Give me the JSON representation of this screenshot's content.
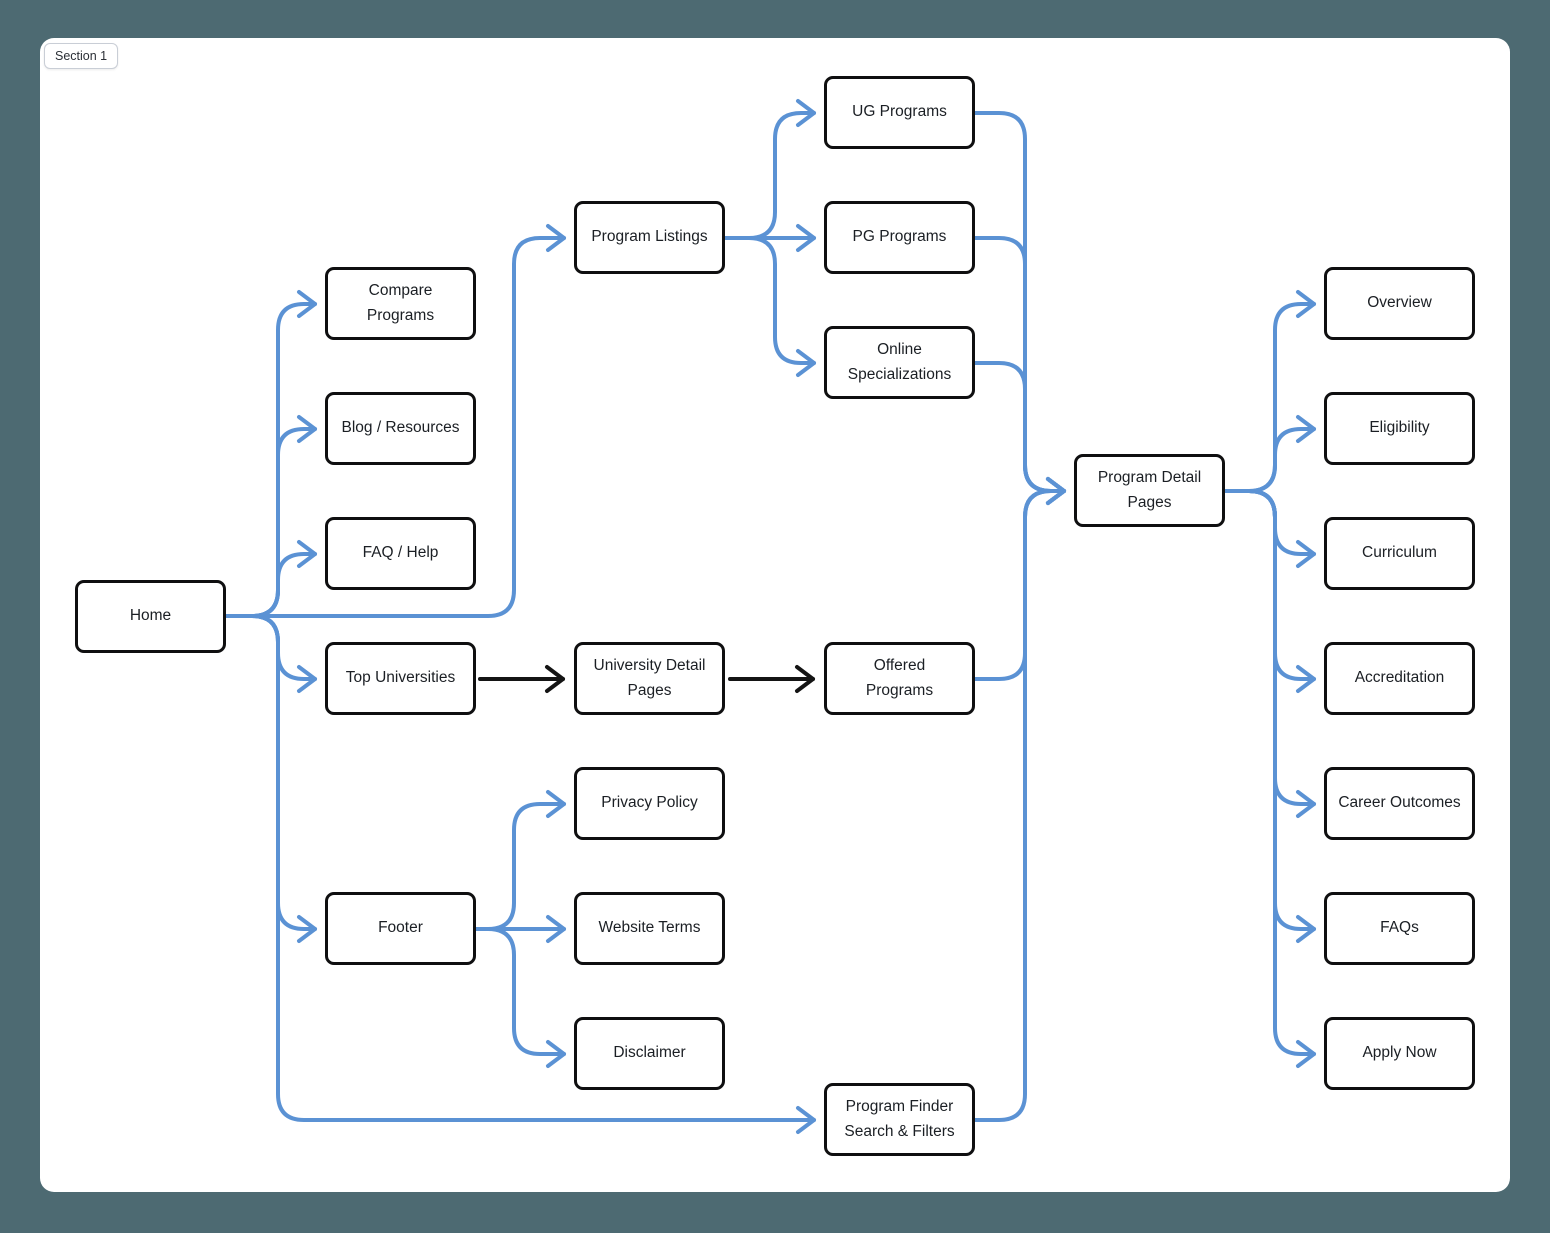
{
  "canvas": {
    "section_label": "Section 1"
  },
  "colors": {
    "page_background": "#4d6a72",
    "canvas_background": "#ffffff",
    "edge_blue": "#5b92d4",
    "edge_black": "#141414",
    "node_border": "#0f0f10",
    "node_background": "#ffffff"
  },
  "nodes": {
    "home": {
      "label": "Home"
    },
    "compare_programs": {
      "label": "Compare\nPrograms"
    },
    "blog_resources": {
      "label": "Blog / Resources"
    },
    "faq_help": {
      "label": "FAQ / Help"
    },
    "top_universities": {
      "label": "Top Universities"
    },
    "footer": {
      "label": "Footer"
    },
    "program_listings": {
      "label": "Program Listings"
    },
    "university_detail_pages": {
      "label": "University Detail\nPages"
    },
    "privacy_policy": {
      "label": "Privacy Policy"
    },
    "website_terms": {
      "label": "Website Terms"
    },
    "disclaimer": {
      "label": "Disclaimer"
    },
    "ug_programs": {
      "label": "UG Programs"
    },
    "pg_programs": {
      "label": "PG Programs"
    },
    "online_specializations": {
      "label": "Online\nSpecializations"
    },
    "offered_programs": {
      "label": "Offered\nPrograms"
    },
    "program_finder": {
      "label": "Program Finder\nSearch & Filters"
    },
    "program_detail_pages": {
      "label": "Program Detail\nPages"
    },
    "overview": {
      "label": "Overview"
    },
    "eligibility": {
      "label": "Eligibility"
    },
    "curriculum": {
      "label": "Curriculum"
    },
    "accreditation": {
      "label": "Accreditation"
    },
    "career_outcomes": {
      "label": "Career Outcomes"
    },
    "faqs": {
      "label": "FAQs"
    },
    "apply_now": {
      "label": "Apply Now"
    }
  },
  "edges": [
    {
      "from": "home",
      "to": "compare_programs",
      "style": "blue"
    },
    {
      "from": "home",
      "to": "blog_resources",
      "style": "blue"
    },
    {
      "from": "home",
      "to": "faq_help",
      "style": "blue"
    },
    {
      "from": "home",
      "to": "program_listings",
      "style": "blue"
    },
    {
      "from": "home",
      "to": "top_universities",
      "style": "blue"
    },
    {
      "from": "home",
      "to": "footer",
      "style": "blue"
    },
    {
      "from": "home",
      "to": "program_finder",
      "style": "blue"
    },
    {
      "from": "program_listings",
      "to": "ug_programs",
      "style": "blue"
    },
    {
      "from": "program_listings",
      "to": "pg_programs",
      "style": "blue"
    },
    {
      "from": "program_listings",
      "to": "online_specializations",
      "style": "blue"
    },
    {
      "from": "ug_programs",
      "to": "program_detail_pages",
      "style": "blue"
    },
    {
      "from": "pg_programs",
      "to": "program_detail_pages",
      "style": "blue"
    },
    {
      "from": "online_specializations",
      "to": "program_detail_pages",
      "style": "blue"
    },
    {
      "from": "offered_programs",
      "to": "program_detail_pages",
      "style": "blue"
    },
    {
      "from": "program_finder",
      "to": "program_detail_pages",
      "style": "blue"
    },
    {
      "from": "top_universities",
      "to": "university_detail_pages",
      "style": "black"
    },
    {
      "from": "university_detail_pages",
      "to": "offered_programs",
      "style": "black"
    },
    {
      "from": "footer",
      "to": "privacy_policy",
      "style": "blue"
    },
    {
      "from": "footer",
      "to": "website_terms",
      "style": "blue"
    },
    {
      "from": "footer",
      "to": "disclaimer",
      "style": "blue"
    },
    {
      "from": "program_detail_pages",
      "to": "overview",
      "style": "blue"
    },
    {
      "from": "program_detail_pages",
      "to": "eligibility",
      "style": "blue"
    },
    {
      "from": "program_detail_pages",
      "to": "curriculum",
      "style": "blue"
    },
    {
      "from": "program_detail_pages",
      "to": "accreditation",
      "style": "blue"
    },
    {
      "from": "program_detail_pages",
      "to": "career_outcomes",
      "style": "blue"
    },
    {
      "from": "program_detail_pages",
      "to": "faqs",
      "style": "blue"
    },
    {
      "from": "program_detail_pages",
      "to": "apply_now",
      "style": "blue"
    }
  ]
}
